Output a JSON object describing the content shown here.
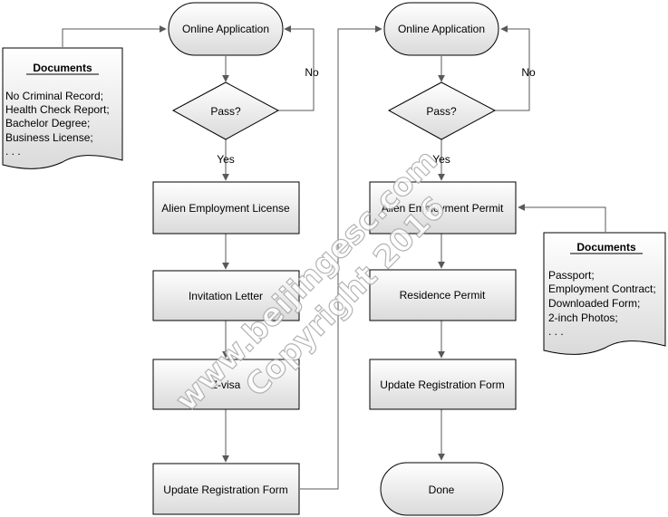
{
  "left_flow": {
    "start": "Online Application",
    "decision": "Pass?",
    "no_label": "No",
    "yes_label": "Yes",
    "step1": "Alien Employment License",
    "step2": "Invitation Letter",
    "step3": "Z-visa",
    "step4": "Update Registration Form"
  },
  "right_flow": {
    "start": "Online Application",
    "decision": "Pass?",
    "no_label": "No",
    "yes_label": "Yes",
    "step1": "Alien Employment Permit",
    "step2": "Residence  Permit",
    "step3": "Update Registration Form",
    "end": "Done"
  },
  "left_documents": {
    "title": "Documents",
    "lines": [
      "No Criminal Record;",
      "Health Check Report;",
      "Bachelor Degree;",
      "Business License;",
      ". . ."
    ]
  },
  "right_documents": {
    "title": "Documents",
    "lines": [
      "Passport;",
      "Employment Contract;",
      "Downloaded  Form;",
      "2-inch  Photos;",
      ". . ."
    ]
  },
  "watermark": {
    "line1": "www.beijingesc.com",
    "line2": "Copyright 2016"
  },
  "colors": {
    "stroke": "#000000",
    "arrow": "#595959",
    "fill_top": "#ffffff",
    "fill_bottom": "#dcdcdc"
  }
}
